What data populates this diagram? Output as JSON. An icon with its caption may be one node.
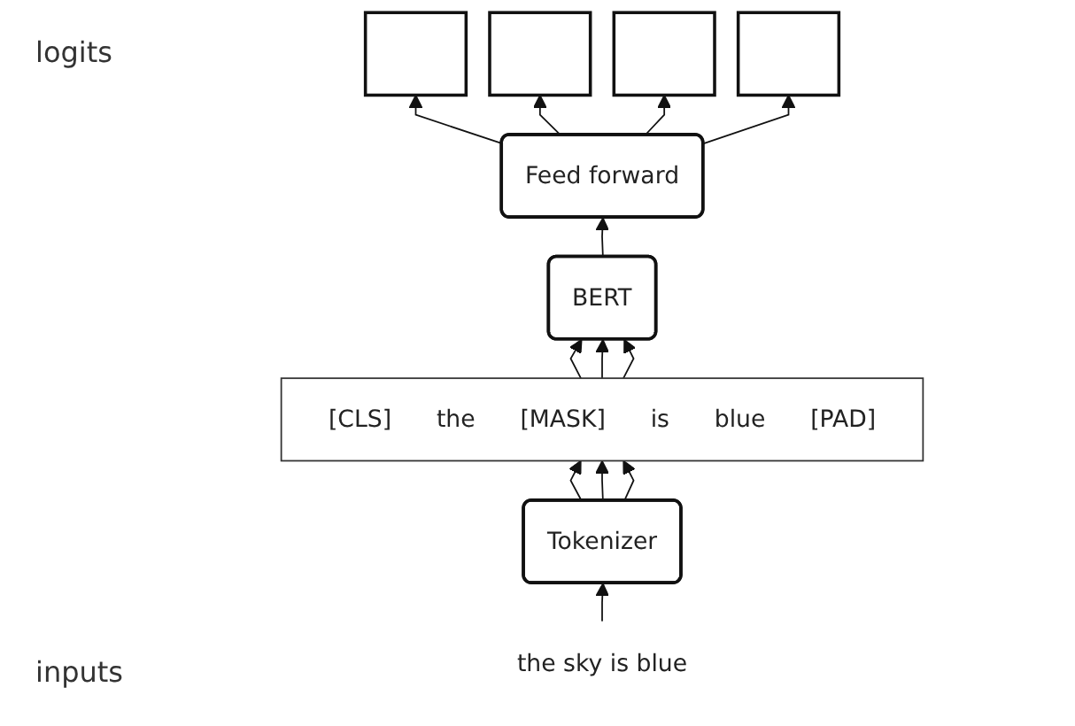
{
  "diagram": {
    "nodes": [
      {
        "text": [],
        "shape": "bar"
      },
      {
        "text": [],
        "shape": "bar"
      },
      {
        "text": [],
        "shape": "bar"
      },
      {
        "text": [],
        "shape": "bar"
      },
      {
        "text": [
          "Feed forward"
        ]
      },
      {
        "text": [
          "BERT"
        ]
      },
      {
        "text": [
          "[CLS]",
          "the",
          "[MASK]",
          "is",
          "blue",
          "[PAD]"
        ]
      },
      {
        "text": [
          "Tokenizer"
        ]
      },
      {
        "text": [
          "the sky is blue"
        ]
      }
    ],
    "edges": [
      {
        "from": 8,
        "to": 7,
        "arrow": "to"
      },
      {
        "from": 7,
        "to": 6,
        "arrow": "to"
      },
      {
        "from": 7,
        "to": 6,
        "arrow": "to"
      },
      {
        "from": 7,
        "to": 6,
        "arrow": "to"
      },
      {
        "from": 6,
        "to": 5,
        "arrow": "to"
      },
      {
        "from": 6,
        "to": 5,
        "arrow": "to"
      },
      {
        "from": 6,
        "to": 5,
        "arrow": "to"
      },
      {
        "from": 5,
        "to": 4,
        "arrow": "to"
      },
      {
        "from": 4,
        "to": 0,
        "arrow": "to"
      },
      {
        "from": 4,
        "to": 1,
        "arrow": "to"
      },
      {
        "from": 4,
        "to": 2,
        "arrow": "to"
      },
      {
        "from": 4,
        "to": 3,
        "arrow": "to"
      }
    ],
    "labels": [
      "logits",
      "inputs"
    ]
  }
}
